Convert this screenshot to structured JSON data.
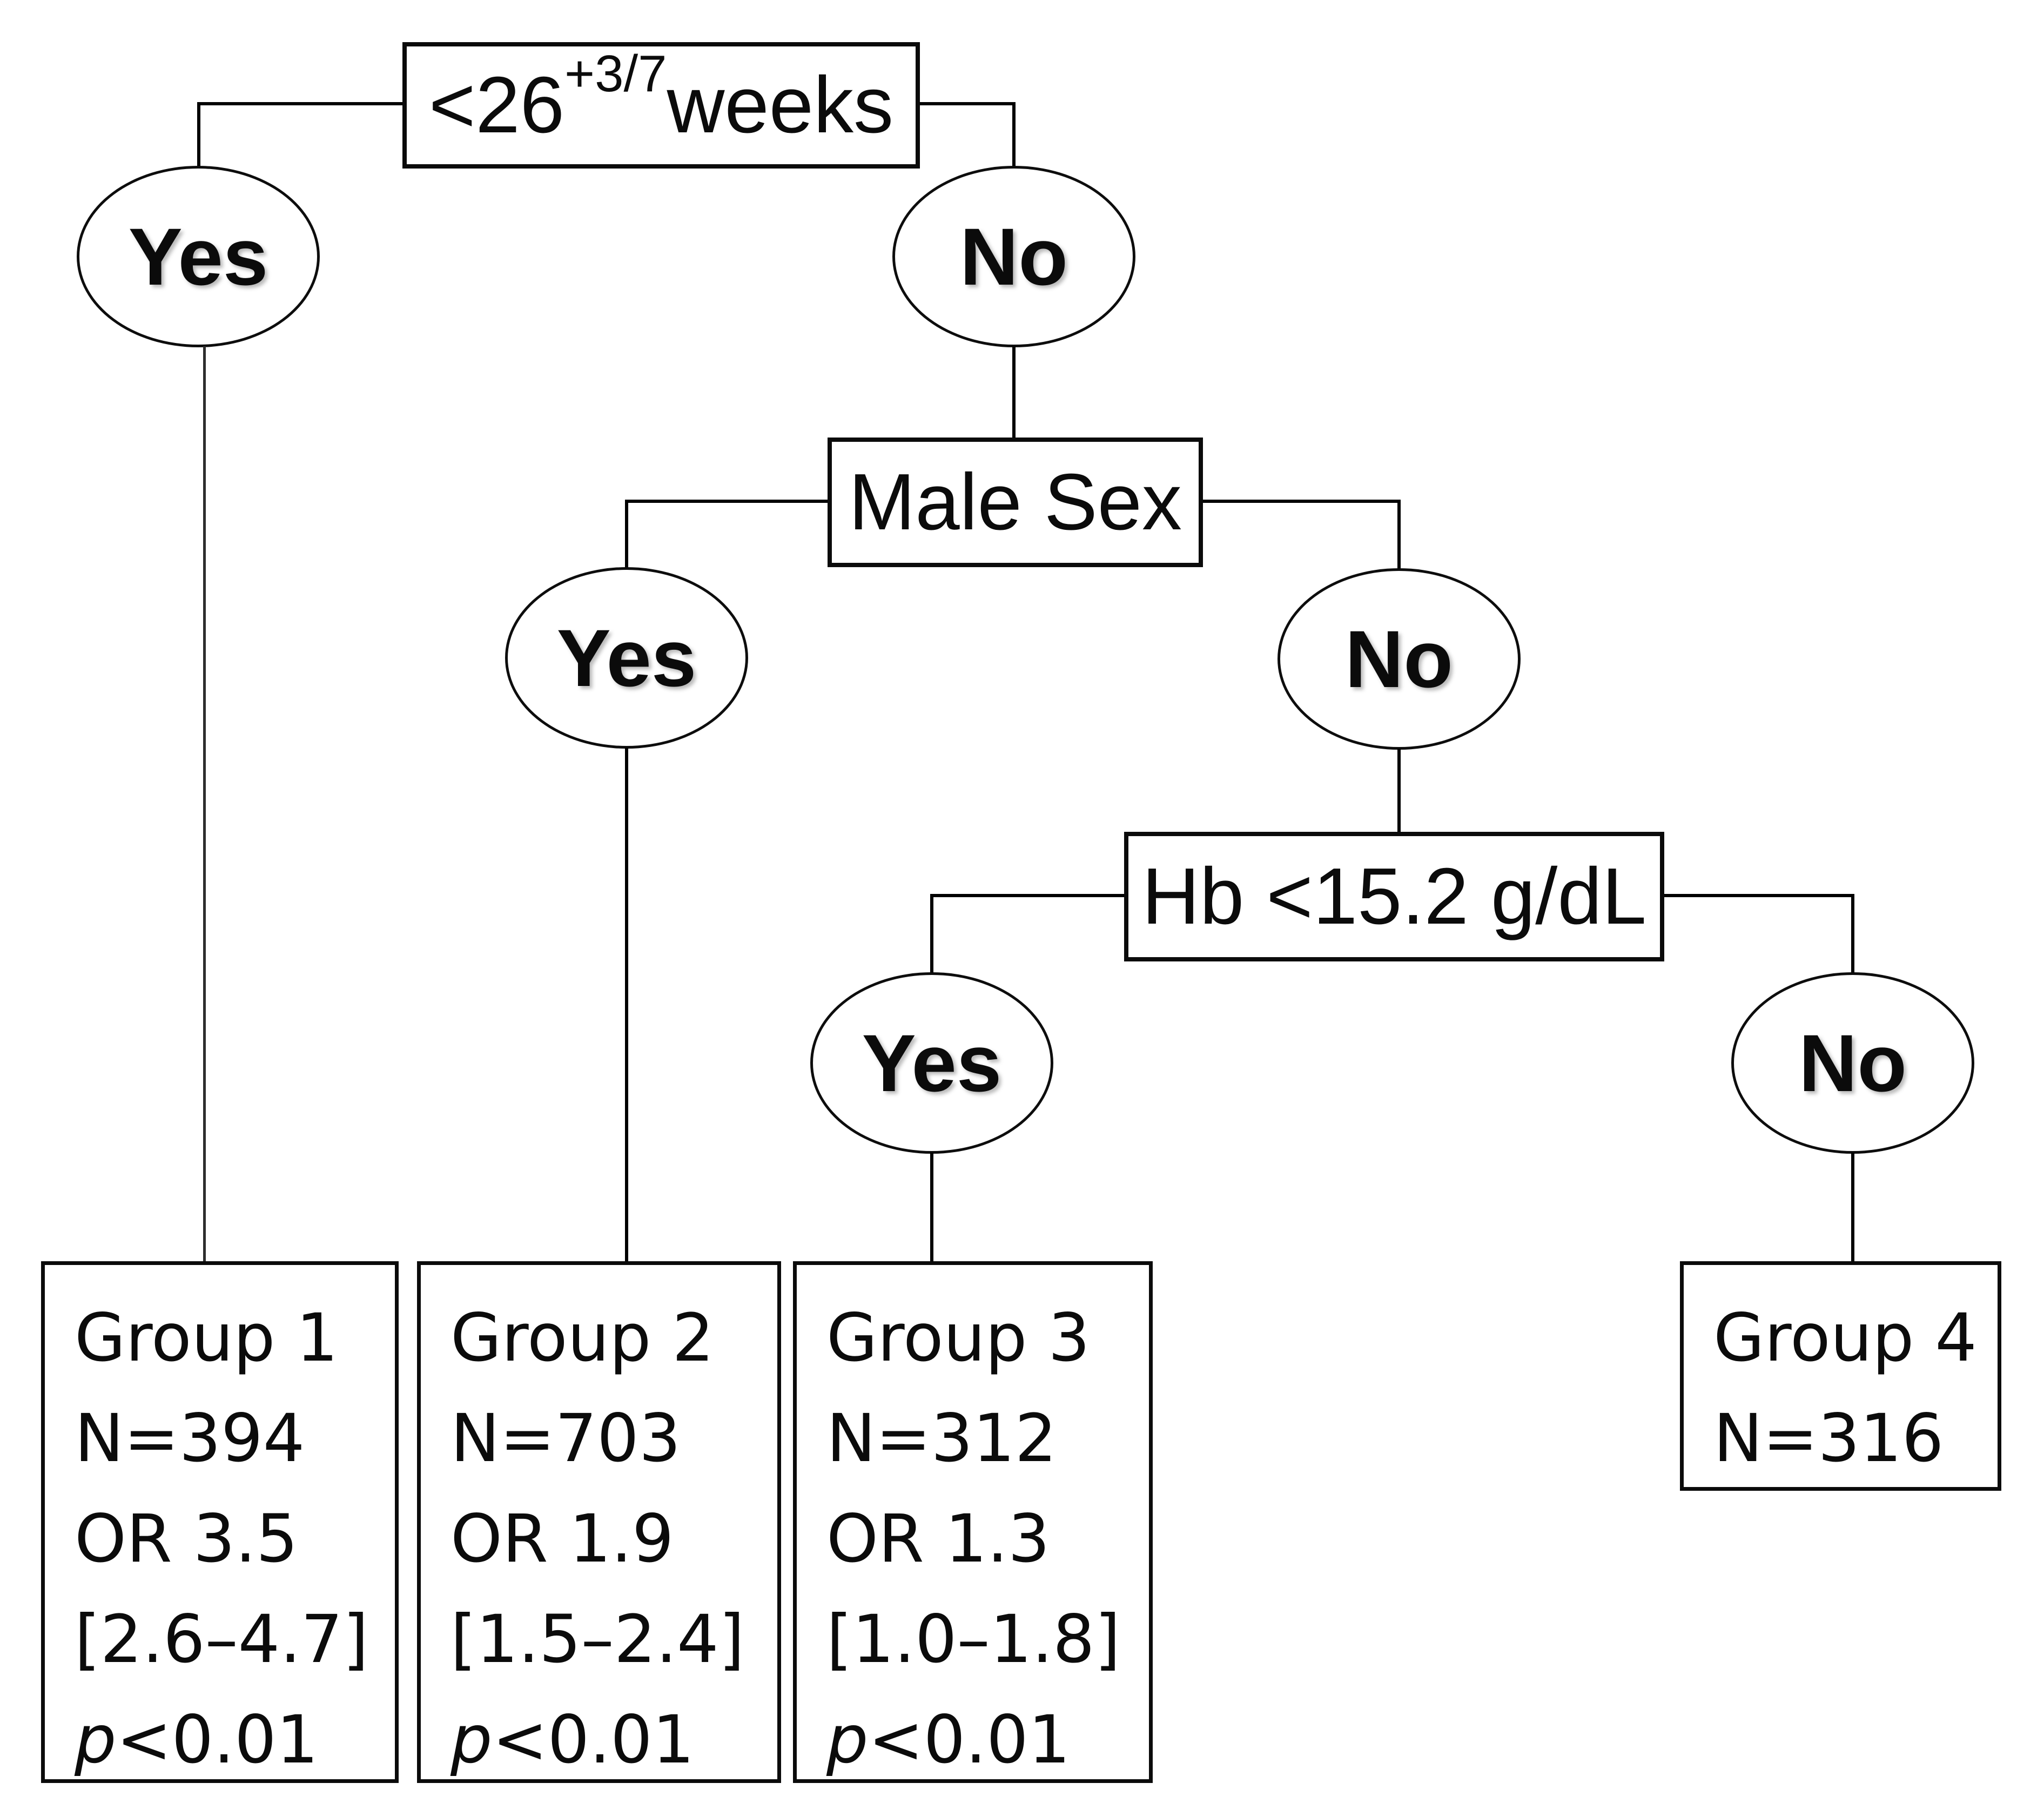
{
  "diagram": {
    "nodes": {
      "gestation": {
        "prefix": "<26",
        "sup": "+3/7",
        "suffix": " weeks"
      },
      "male_sex": {
        "label": "Male Sex"
      },
      "hb": {
        "label": "Hb <15.2 g/dL"
      }
    },
    "decisions": {
      "gestation_yes": "Yes",
      "gestation_no": "No",
      "male_yes": "Yes",
      "male_no": "No",
      "hb_yes": "Yes",
      "hb_no": "No"
    },
    "groups": [
      {
        "title": "Group 1",
        "n": "N=394",
        "or": "OR 3.5",
        "ci": "[2.6–4.7]",
        "p_symbol": "p",
        "p_value": "<0.01"
      },
      {
        "title": "Group 2",
        "n": "N=703",
        "or": "OR 1.9",
        "ci": "[1.5–2.4]",
        "p_symbol": "p",
        "p_value": "<0.01"
      },
      {
        "title": "Group 3",
        "n": "N=312",
        "or": "OR 1.3",
        "ci": "[1.0–1.8]",
        "p_symbol": "p",
        "p_value": "<0.01"
      },
      {
        "title": "Group 4",
        "n": "N=316"
      }
    ]
  }
}
